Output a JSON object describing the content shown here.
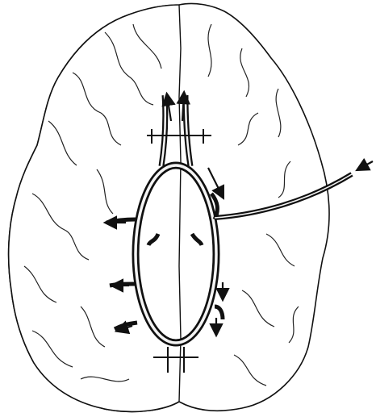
{
  "figure": {
    "subject": "brain-base-arterial-circle",
    "shading": {
      "shaded_side": "left",
      "shade_color": "#8c8c8c",
      "line_color": "#111111",
      "background_color": "#ffffff"
    },
    "arrows": {
      "count": 9,
      "icon": "arrow-icon"
    },
    "catheter": {
      "entry_side": "right",
      "icon": "catheter-line"
    }
  }
}
